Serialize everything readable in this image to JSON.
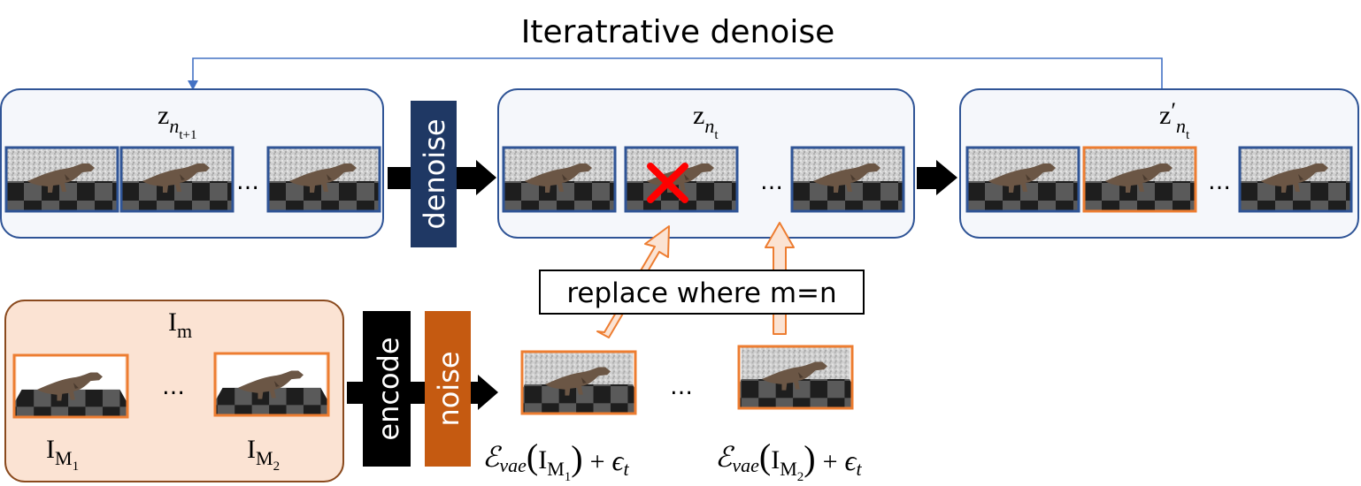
{
  "title": "Iteratrative denoise",
  "row_top": {
    "box1": {
      "var": "z",
      "sub": "n",
      "subsub": "t+1"
    },
    "box2": {
      "var": "z",
      "sub": "n",
      "subsub": "t"
    },
    "box3": {
      "var": "z",
      "prime": "′",
      "sub": "n",
      "subsub": "t"
    },
    "denoise_label": "denoise",
    "ellipsis": "…"
  },
  "replace_label": "replace where m=n",
  "row_bottom": {
    "box": {
      "var": "I",
      "sub": "m"
    },
    "frame1": {
      "var": "I",
      "sub": "M",
      "subsub": "1"
    },
    "frame2": {
      "var": "I",
      "sub": "M",
      "subsub": "2"
    },
    "encode_label": "encode",
    "noise_label": "noise",
    "ellipsis": "…",
    "latent1": {
      "E": "ℰ",
      "sub": "vae",
      "lp": "(",
      "I": "I",
      "Isub": "M",
      "Isubsub": "1",
      "rp": ")",
      "plus": "+",
      "eps": "ϵ",
      "epssub": "t"
    },
    "latent2": {
      "E": "ℰ",
      "sub": "vae",
      "lp": "(",
      "I": "I",
      "Isub": "M",
      "Isubsub": "2",
      "rp": ")",
      "plus": "+",
      "eps": "ϵ",
      "epssub": "t"
    }
  },
  "colors": {
    "box_border": "#2f5496",
    "box_fill": "#f5f7fb",
    "frame_border": "#2f5496",
    "orange_border": "#ed7d31",
    "orange_fill": "#fbe3d3",
    "orange_box_border": "#8a4a1e",
    "denoise_fill": "#1f3864",
    "encode_fill": "#000000",
    "noise_fill": "#c55a11",
    "feedback_line": "#4472c4",
    "cross": "#ff0000"
  },
  "icons": [
    "arrow-right-icon",
    "arrow-up-icon",
    "cross-icon",
    "dinosaur-frame-icon"
  ]
}
